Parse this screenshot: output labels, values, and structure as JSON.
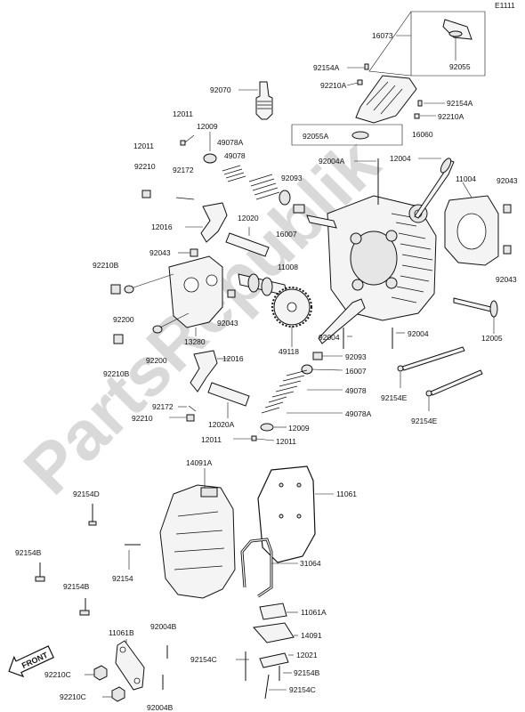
{
  "diagram_code": "E1111",
  "front_label": "FRONT",
  "watermark": "PartsRepublik",
  "labels": {
    "l16073": "16073",
    "l92055": "92055",
    "l92154A_1": "92154A",
    "l92210A_1": "92210A",
    "l92154A_2": "92154A",
    "l92210A_2": "92210A",
    "l92070": "92070",
    "l92055A": "92055A",
    "l16060": "16060",
    "l12011_a": "12011",
    "l12009_a": "12009",
    "l12011_b": "12011",
    "l49078A_a": "49078A",
    "l49078_a": "49078",
    "l92004A": "92004A",
    "l12004": "12004",
    "l11004": "11004",
    "l92043_a": "92043",
    "l92210_a": "92210",
    "l92172_a": "92172",
    "l92093_a": "92093",
    "l12016_a": "12016",
    "l12020": "12020",
    "l16007_a": "16007",
    "l92043_b": "92043",
    "l92043_c": "92043",
    "l92210B_a": "92210B",
    "l11008": "11008",
    "l92200_a": "92200",
    "l92043_d": "92043",
    "l12005": "12005",
    "l13280": "13280",
    "l92004_a": "92004",
    "l92004_b": "92004",
    "l92210B_b": "92210B",
    "l92200_b": "92200",
    "l12016_b": "12016",
    "l49118": "49118",
    "l92093_b": "92093",
    "l16007_b": "16007",
    "l92154E_a": "92154E",
    "l49078_b": "49078",
    "l92154E_b": "92154E",
    "l92172_b": "92172",
    "l92210_b": "92210",
    "l49078A_b": "49078A",
    "l12020A": "12020A",
    "l12009_b": "12009",
    "l12011_c": "12011",
    "l12011_d": "12011",
    "l14091A": "14091A",
    "l11061": "11061",
    "l92154D": "92154D",
    "l92154B_a": "92154B",
    "l92154": "92154",
    "l31064": "31064",
    "l92154B_b": "92154B",
    "l11061A": "11061A",
    "l11061B": "11061B",
    "l92004B_a": "92004B",
    "l14091": "14091",
    "l92154C_a": "92154C",
    "l12021": "12021",
    "l92210C_a": "92210C",
    "l92154B_c": "92154B",
    "l92210C_b": "92210C",
    "l92004B_b": "92004B",
    "l92154C_b": "92154C"
  }
}
